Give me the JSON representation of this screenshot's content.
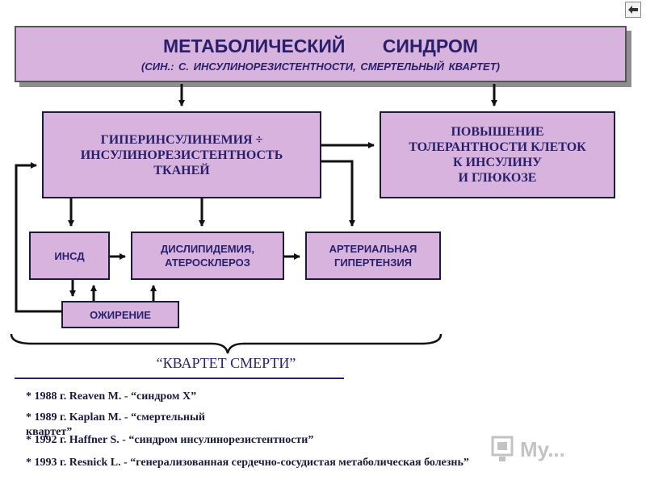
{
  "title": {
    "main": "МЕТАБОЛИЧЕСКИЙ СИНДРОМ",
    "subtitle": "(СИН.: С. ИНСУЛИНОРЕЗИСТЕНТНОСТИ, СМЕРТЕЛЬНЫЙ КВАРТЕТ)"
  },
  "boxes": {
    "hyperinsulinemia": [
      "ГИПЕРИНСУЛИНЕМИЯ ÷",
      "ИНСУЛИНОРЕЗИСТЕНТНОСТЬ",
      "ТКАНЕЙ"
    ],
    "tolerance": [
      "ПОВЫШЕНИЕ",
      "ТОЛЕРАНТНОСТИ КЛЕТОК",
      "К ИНСУЛИНУ",
      "И ГЛЮКОЗЕ"
    ],
    "insd": "ИНСД",
    "dyslipidemia": [
      "ДИСЛИПИДЕМИЯ,",
      "АТЕРОСКЛЕРОЗ"
    ],
    "hypertension": [
      "АРТЕРИАЛЬНАЯ",
      "ГИПЕРТЕНЗИЯ"
    ],
    "obesity": "ОЖИРЕНИЕ"
  },
  "quartet_label": "“КВАРТЕТ СМЕРТИ”",
  "references": [
    "* 1988 г. Reaven M. - “синдром X”",
    "* 1989 г. Kaplan M. - “смертельный",
    "квартет”",
    "* 1992 г. Haffner S. - “синдром   инсулинорезистентности”",
    "* 1993 г. Resnick L. - “генерализованная   сердечно-сосудистая   метаболическая   болезнь”"
  ],
  "icons": {
    "nav": "navigation-arrows-icon",
    "watermark": "mylektsii-logo-icon"
  },
  "watermark_text": "My..."
}
